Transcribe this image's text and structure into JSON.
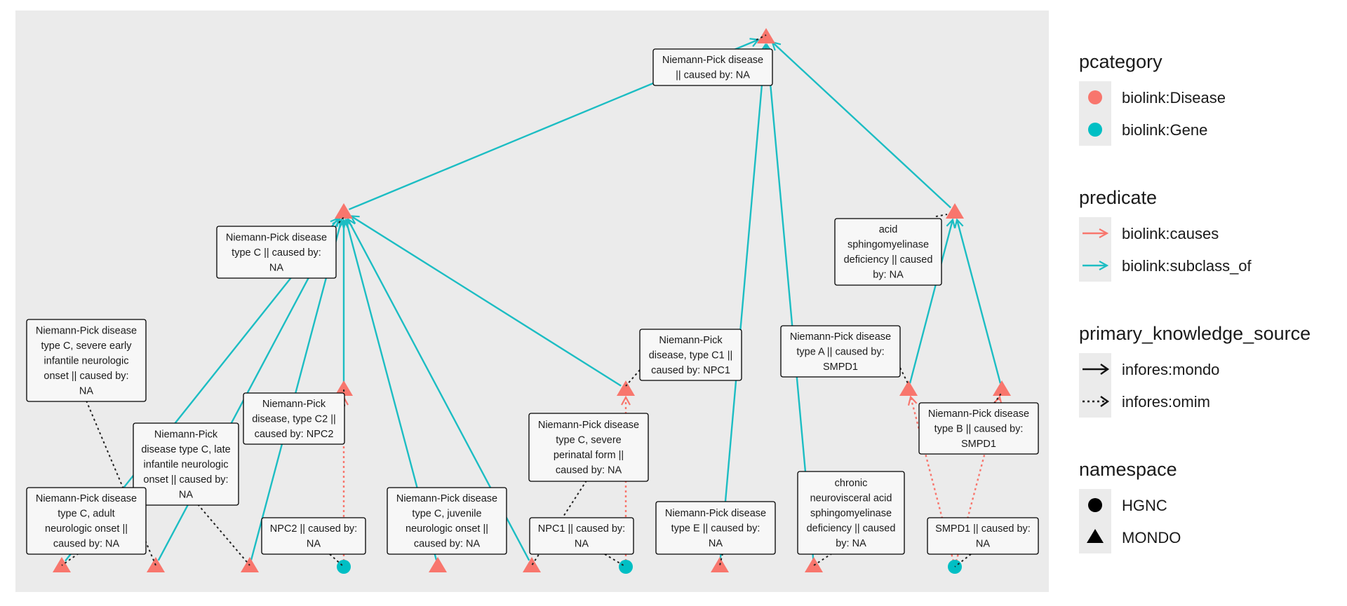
{
  "colors": {
    "disease": "#F8766D",
    "gene": "#00BFC4",
    "subclass_edge": "#1CBDC3",
    "causes_edge": "#F8766D",
    "omim_edge": "#222222",
    "panel": "#EBEBEB"
  },
  "nodes": [
    {
      "id": "np",
      "kind": "disease",
      "shape": "triangle"
    },
    {
      "id": "npc",
      "kind": "disease",
      "shape": "triangle"
    },
    {
      "id": "asmd",
      "kind": "disease",
      "shape": "triangle"
    },
    {
      "id": "npc2",
      "kind": "disease",
      "shape": "triangle"
    },
    {
      "id": "npc1",
      "kind": "disease",
      "shape": "triangle"
    },
    {
      "id": "npa",
      "kind": "disease",
      "shape": "triangle"
    },
    {
      "id": "npb",
      "kind": "disease",
      "shape": "triangle"
    },
    {
      "id": "npc_adult",
      "kind": "disease",
      "shape": "triangle"
    },
    {
      "id": "npc_severe_early",
      "kind": "disease",
      "shape": "triangle"
    },
    {
      "id": "npc_late",
      "kind": "disease",
      "shape": "triangle"
    },
    {
      "id": "npc_juvenile",
      "kind": "disease",
      "shape": "triangle"
    },
    {
      "id": "npc_perinatal",
      "kind": "disease",
      "shape": "triangle"
    },
    {
      "id": "npe",
      "kind": "disease",
      "shape": "triangle"
    },
    {
      "id": "chronic",
      "kind": "disease",
      "shape": "triangle"
    },
    {
      "id": "gene_npc2",
      "kind": "gene",
      "shape": "circle"
    },
    {
      "id": "gene_npc1",
      "kind": "gene",
      "shape": "circle"
    },
    {
      "id": "gene_smpd1",
      "kind": "gene",
      "shape": "circle"
    }
  ],
  "edges": [
    {
      "from": "npc",
      "to": "np",
      "predicate": "subclass_of",
      "source": "mondo"
    },
    {
      "from": "asmd",
      "to": "np",
      "predicate": "subclass_of",
      "source": "mondo"
    },
    {
      "from": "npe",
      "to": "np",
      "predicate": "subclass_of",
      "source": "mondo"
    },
    {
      "from": "chronic",
      "to": "np",
      "predicate": "subclass_of",
      "source": "mondo"
    },
    {
      "from": "npc_adult",
      "to": "npc",
      "predicate": "subclass_of",
      "source": "mondo"
    },
    {
      "from": "npc_severe_early",
      "to": "npc",
      "predicate": "subclass_of",
      "source": "mondo"
    },
    {
      "from": "npc_late",
      "to": "npc",
      "predicate": "subclass_of",
      "source": "mondo"
    },
    {
      "from": "npc2",
      "to": "npc",
      "predicate": "subclass_of",
      "source": "mondo"
    },
    {
      "from": "npc_juvenile",
      "to": "npc",
      "predicate": "subclass_of",
      "source": "mondo"
    },
    {
      "from": "npc_perinatal",
      "to": "npc",
      "predicate": "subclass_of",
      "source": "mondo"
    },
    {
      "from": "npc1",
      "to": "npc",
      "predicate": "subclass_of",
      "source": "mondo"
    },
    {
      "from": "npa",
      "to": "asmd",
      "predicate": "subclass_of",
      "source": "mondo"
    },
    {
      "from": "npb",
      "to": "asmd",
      "predicate": "subclass_of",
      "source": "mondo"
    },
    {
      "from": "gene_npc2",
      "to": "npc2",
      "predicate": "causes",
      "source": "omim"
    },
    {
      "from": "gene_npc1",
      "to": "npc1",
      "predicate": "causes",
      "source": "omim"
    },
    {
      "from": "gene_smpd1",
      "to": "npa",
      "predicate": "causes",
      "source": "omim"
    },
    {
      "from": "gene_smpd1",
      "to": "npb",
      "predicate": "causes",
      "source": "omim"
    }
  ],
  "labels": [
    {
      "node": "np",
      "lines": [
        "Niemann-Pick disease",
        "|| caused by: NA"
      ]
    },
    {
      "node": "npc",
      "lines": [
        "Niemann-Pick disease",
        "type C || caused by:",
        "NA"
      ]
    },
    {
      "node": "asmd",
      "lines": [
        "acid",
        "sphingomyelinase",
        "deficiency || caused",
        "by: NA"
      ]
    },
    {
      "node": "npc_severe_early",
      "lines": [
        "Niemann-Pick disease",
        "type C, severe early",
        "infantile neurologic",
        "onset || caused by:",
        "NA"
      ]
    },
    {
      "node": "npc1",
      "lines": [
        "Niemann-Pick",
        "disease, type C1 ||",
        "caused by: NPC1"
      ]
    },
    {
      "node": "npa",
      "lines": [
        "Niemann-Pick disease",
        "type A || caused by:",
        "SMPD1"
      ]
    },
    {
      "node": "npc2",
      "lines": [
        "Niemann-Pick",
        "disease, type C2 ||",
        "caused by: NPC2"
      ]
    },
    {
      "node": "npb",
      "lines": [
        "Niemann-Pick disease",
        "type B || caused by:",
        "SMPD1"
      ]
    },
    {
      "node": "npc_late",
      "lines": [
        "Niemann-Pick",
        "disease type C, late",
        "infantile neurologic",
        "onset || caused by:",
        "NA"
      ]
    },
    {
      "node": "npc_perinatal",
      "lines": [
        "Niemann-Pick disease",
        "type C, severe",
        "perinatal form ||",
        "caused by: NA"
      ]
    },
    {
      "node": "chronic",
      "lines": [
        "chronic",
        "neurovisceral acid",
        "sphingomyelinase",
        "deficiency || caused",
        "by: NA"
      ]
    },
    {
      "node": "npc_adult",
      "lines": [
        "Niemann-Pick disease",
        "type C, adult",
        "neurologic onset ||",
        "caused by: NA"
      ]
    },
    {
      "node": "npc_juvenile",
      "lines": [
        "Niemann-Pick disease",
        "type C, juvenile",
        "neurologic onset ||",
        "caused by: NA"
      ]
    },
    {
      "node": "npe",
      "lines": [
        "Niemann-Pick disease",
        "type E || caused by:",
        "NA"
      ]
    },
    {
      "node": "gene_npc2",
      "lines": [
        "NPC2 || caused by:",
        "NA"
      ]
    },
    {
      "node": "gene_npc1",
      "lines": [
        "NPC1 || caused by:",
        "NA"
      ]
    },
    {
      "node": "gene_smpd1",
      "lines": [
        "SMPD1 || caused by:",
        "NA"
      ]
    }
  ],
  "legend": {
    "pcategory": {
      "title": "pcategory",
      "items": [
        {
          "label": "biolink:Disease",
          "color": "#F8766D"
        },
        {
          "label": "biolink:Gene",
          "color": "#00BFC4"
        }
      ]
    },
    "predicate": {
      "title": "predicate",
      "items": [
        {
          "label": "biolink:causes",
          "color": "#F8766D"
        },
        {
          "label": "biolink:subclass_of",
          "color": "#1CBDC3"
        }
      ]
    },
    "source": {
      "title": "primary_knowledge_source",
      "items": [
        {
          "label": "infores:mondo",
          "style": "solid"
        },
        {
          "label": "infores:omim",
          "style": "dotted"
        }
      ]
    },
    "namespace": {
      "title": "namespace",
      "items": [
        {
          "label": "HGNC",
          "shape": "circle"
        },
        {
          "label": "MONDO",
          "shape": "triangle"
        }
      ]
    }
  }
}
